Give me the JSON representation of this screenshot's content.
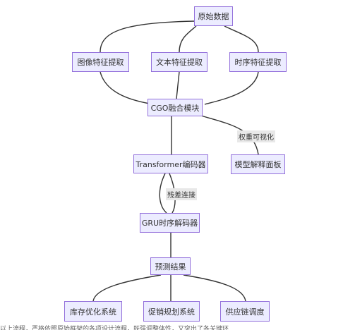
{
  "nodes": {
    "raw_data": "原始数据",
    "image_feature": "图像特征提取",
    "text_feature": "文本特征提取",
    "time_feature": "时序特征提取",
    "cgo_fusion": "CGO融合模块",
    "transformer_encoder": "Transformer编码器",
    "explain_panel": "模型解释面板",
    "gru_decoder": "GRU时序解码器",
    "prediction": "预测结果",
    "inventory_system": "库存优化系统",
    "promotion_system": "促销规划系统",
    "supply_chain": "供应链调度"
  },
  "edge_labels": {
    "weight_visualization": "权重可视化",
    "residual_connection": "残差连接"
  },
  "footer": "以上流程，严格依照原始框架的各项设计流程，既强调整体性，又突出了各关键环"
}
